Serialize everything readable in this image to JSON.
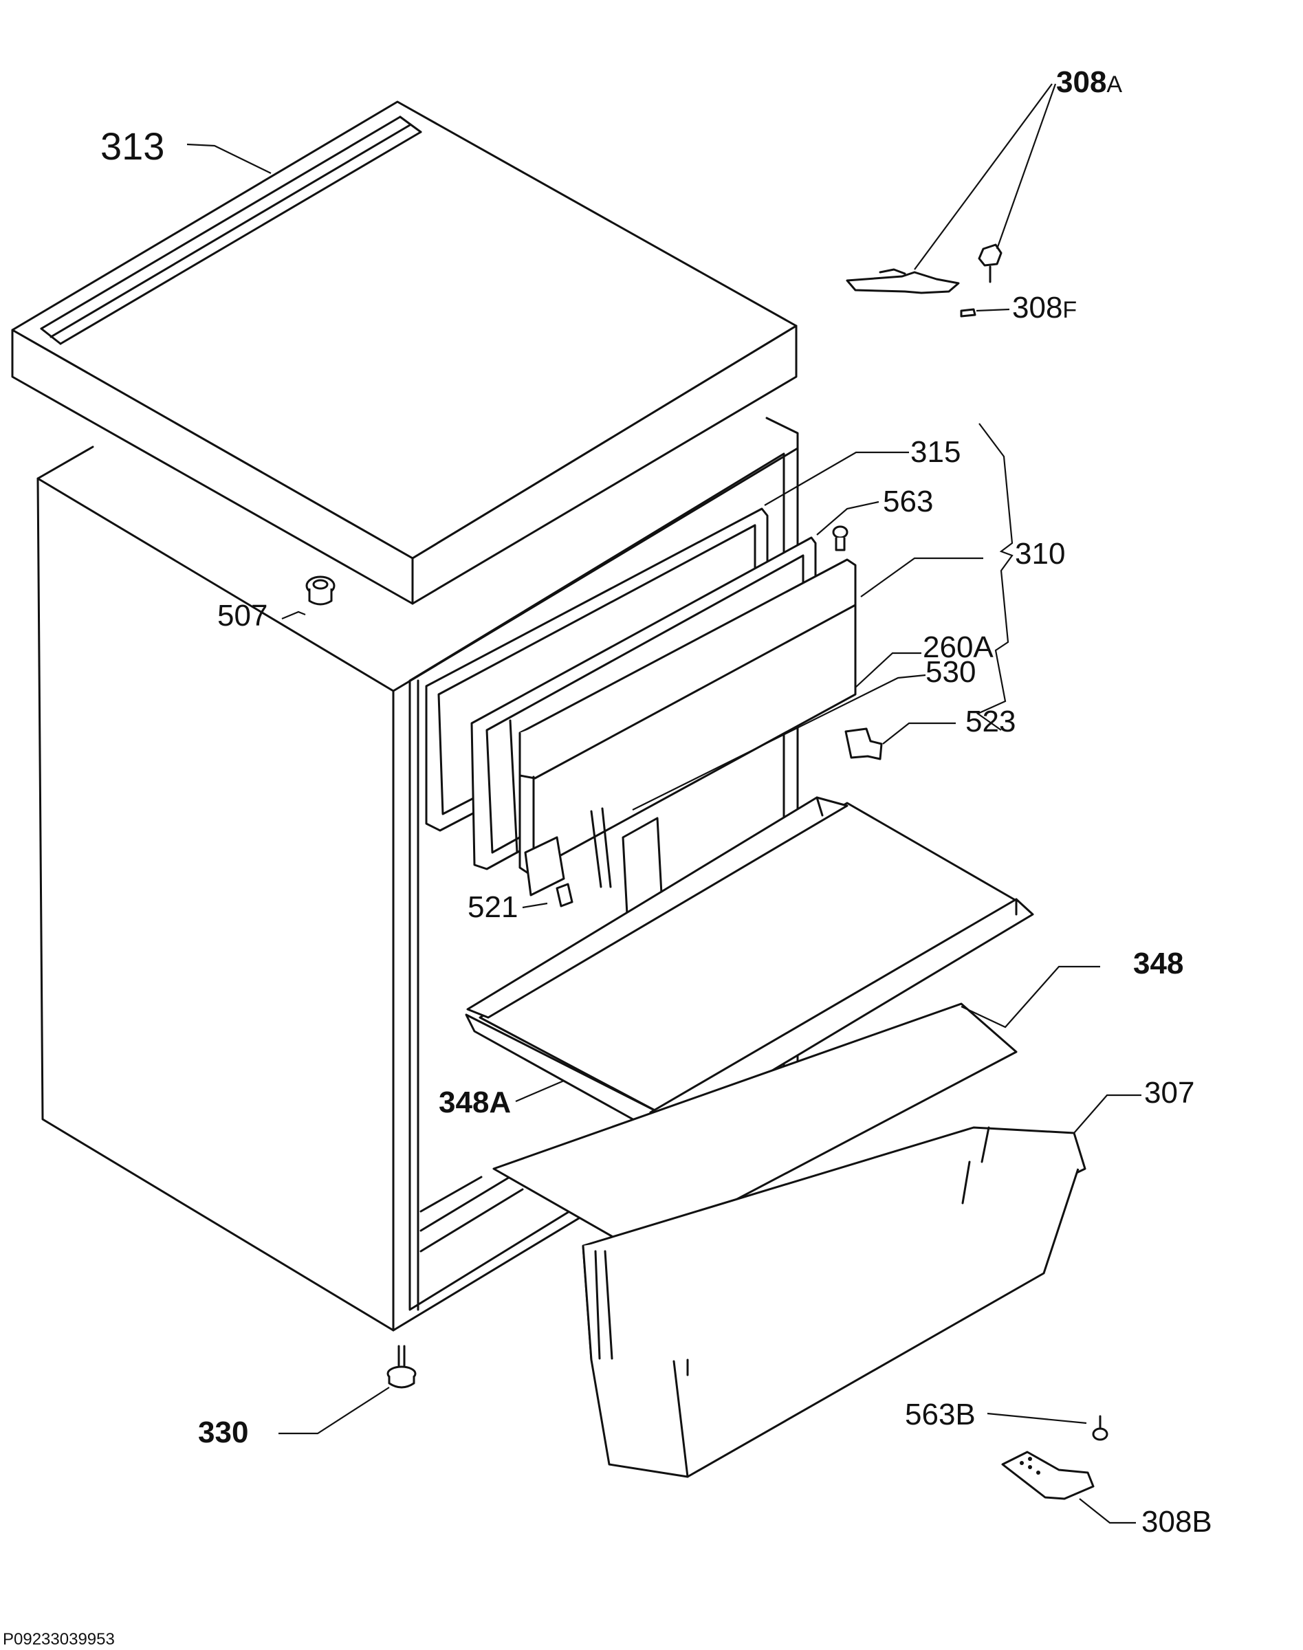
{
  "labels": {
    "p313": "313",
    "p308a_num": "308",
    "p308a_suf": "A",
    "p308f_num": "308",
    "p308f_suf": "F",
    "p315": "315",
    "p563": "563",
    "p310": "310",
    "p507": "507",
    "p260a": "260A",
    "p530": "530",
    "p523": "523",
    "p521": "521",
    "p348": "348",
    "p348a": "348A",
    "p307": "307",
    "p330": "330",
    "p563b": "563B",
    "p308b": "308B"
  },
  "reference_code": "P09233039953"
}
